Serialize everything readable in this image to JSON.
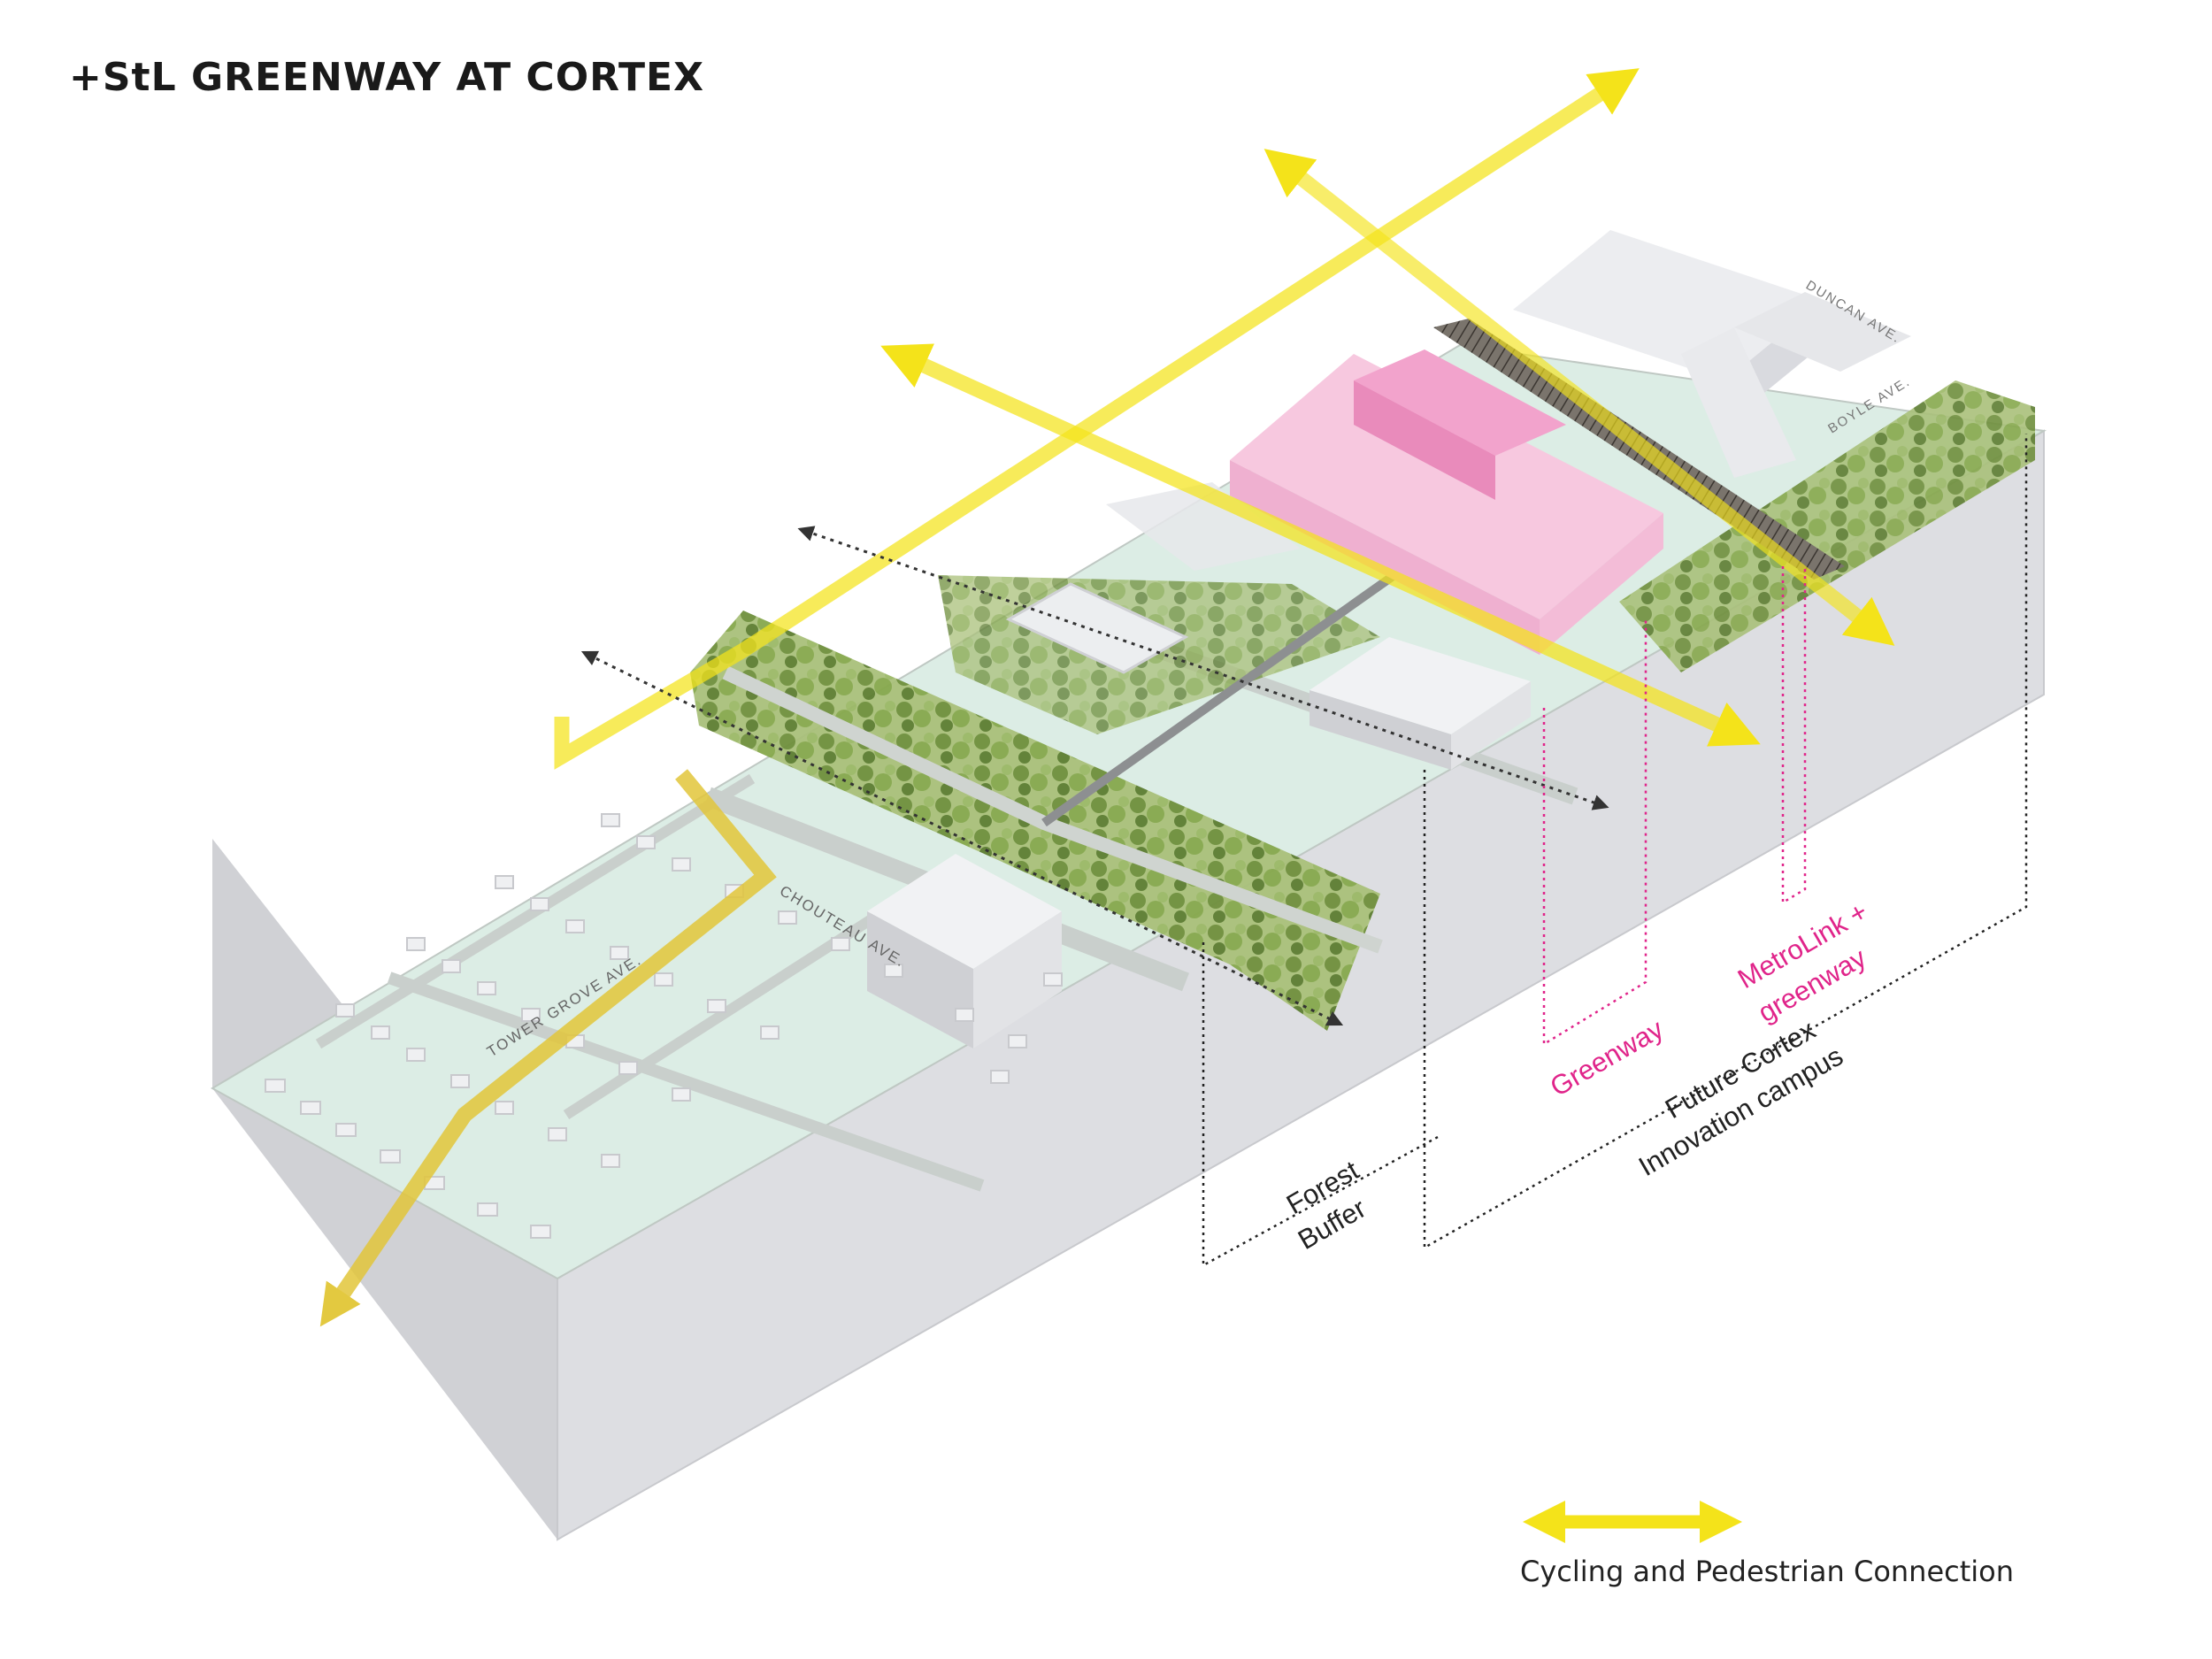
{
  "title": "+StL GREENWAY AT CORTEX",
  "streets": {
    "tower_grove": "TOWER GROVE AVE.",
    "chouteau": "CHOUTEAU AVE.",
    "duncan": "DUNCAN AVE.",
    "boyle": "BOYLE AVE."
  },
  "annotations": {
    "forest_buffer_1": "Forest",
    "forest_buffer_2": "Buffer",
    "greenway": "Greenway",
    "metrolink_1": "MetroLink +",
    "metrolink_2": "greenway",
    "cortex_1": "Future Cortex",
    "cortex_2": "Innovation campus"
  },
  "legend": {
    "label": "Cycling and Pedestrian Connection"
  },
  "colors": {
    "connection_yellow": "#f4e31a",
    "accent_magenta": "#e0248a",
    "campus_pink": "#f6c6de",
    "ground_mint": "#d8ebe2",
    "greenery": "#7f9f48",
    "block_side": "#dadbdf",
    "block_front": "#cfd0d4"
  }
}
